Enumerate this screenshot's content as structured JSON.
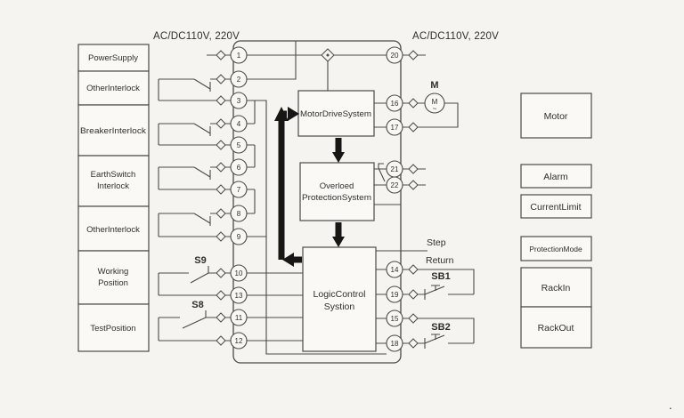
{
  "header": {
    "left_voltage": "AC/DC110V, 220V",
    "right_voltage": "AC/DC110V, 220V"
  },
  "left_panel": {
    "boxes": [
      {
        "line1": "PowerSupply",
        "line2": ""
      },
      {
        "line1": "OtherInterlock",
        "line2": ""
      },
      {
        "line1": "BreakerInterlock",
        "line2": ""
      },
      {
        "line1": "EarthSwitch",
        "line2": "Interlock"
      },
      {
        "line1": "OtherInterlock",
        "line2": ""
      },
      {
        "line1": "Working",
        "line2": "Position"
      },
      {
        "line1": "TestPosition",
        "line2": ""
      }
    ]
  },
  "right_panel": {
    "boxes": [
      {
        "label": "Motor"
      },
      {
        "label": "Alarm"
      },
      {
        "label": "CurrentLimit"
      },
      {
        "label": "ProtectionMode"
      },
      {
        "label": "RackIn"
      },
      {
        "label": "RackOut"
      }
    ]
  },
  "blocks": {
    "motor_drive": {
      "title": "MotorDriveSystem"
    },
    "overload": {
      "line1": "Overloed",
      "line2": "ProtectionSystem"
    },
    "logic": {
      "line1": "LogicControl",
      "line2": "Systion"
    }
  },
  "terminals": {
    "left": [
      "1",
      "2",
      "3",
      "4",
      "5",
      "6",
      "7",
      "8",
      "9",
      "10",
      "13",
      "11",
      "12"
    ],
    "right": [
      "20",
      "16",
      "17",
      "21",
      "22",
      "14",
      "19",
      "15",
      "18"
    ]
  },
  "switches": {
    "s9": "S9",
    "s8": "S8",
    "sb1": "SB1",
    "sb2": "SB2"
  },
  "motor": {
    "label": "M",
    "symbol": "M",
    "wave": "~"
  },
  "outputs": {
    "step": "Step",
    "return_label": "Return"
  },
  "misc": {
    "corner_mark": "."
  }
}
